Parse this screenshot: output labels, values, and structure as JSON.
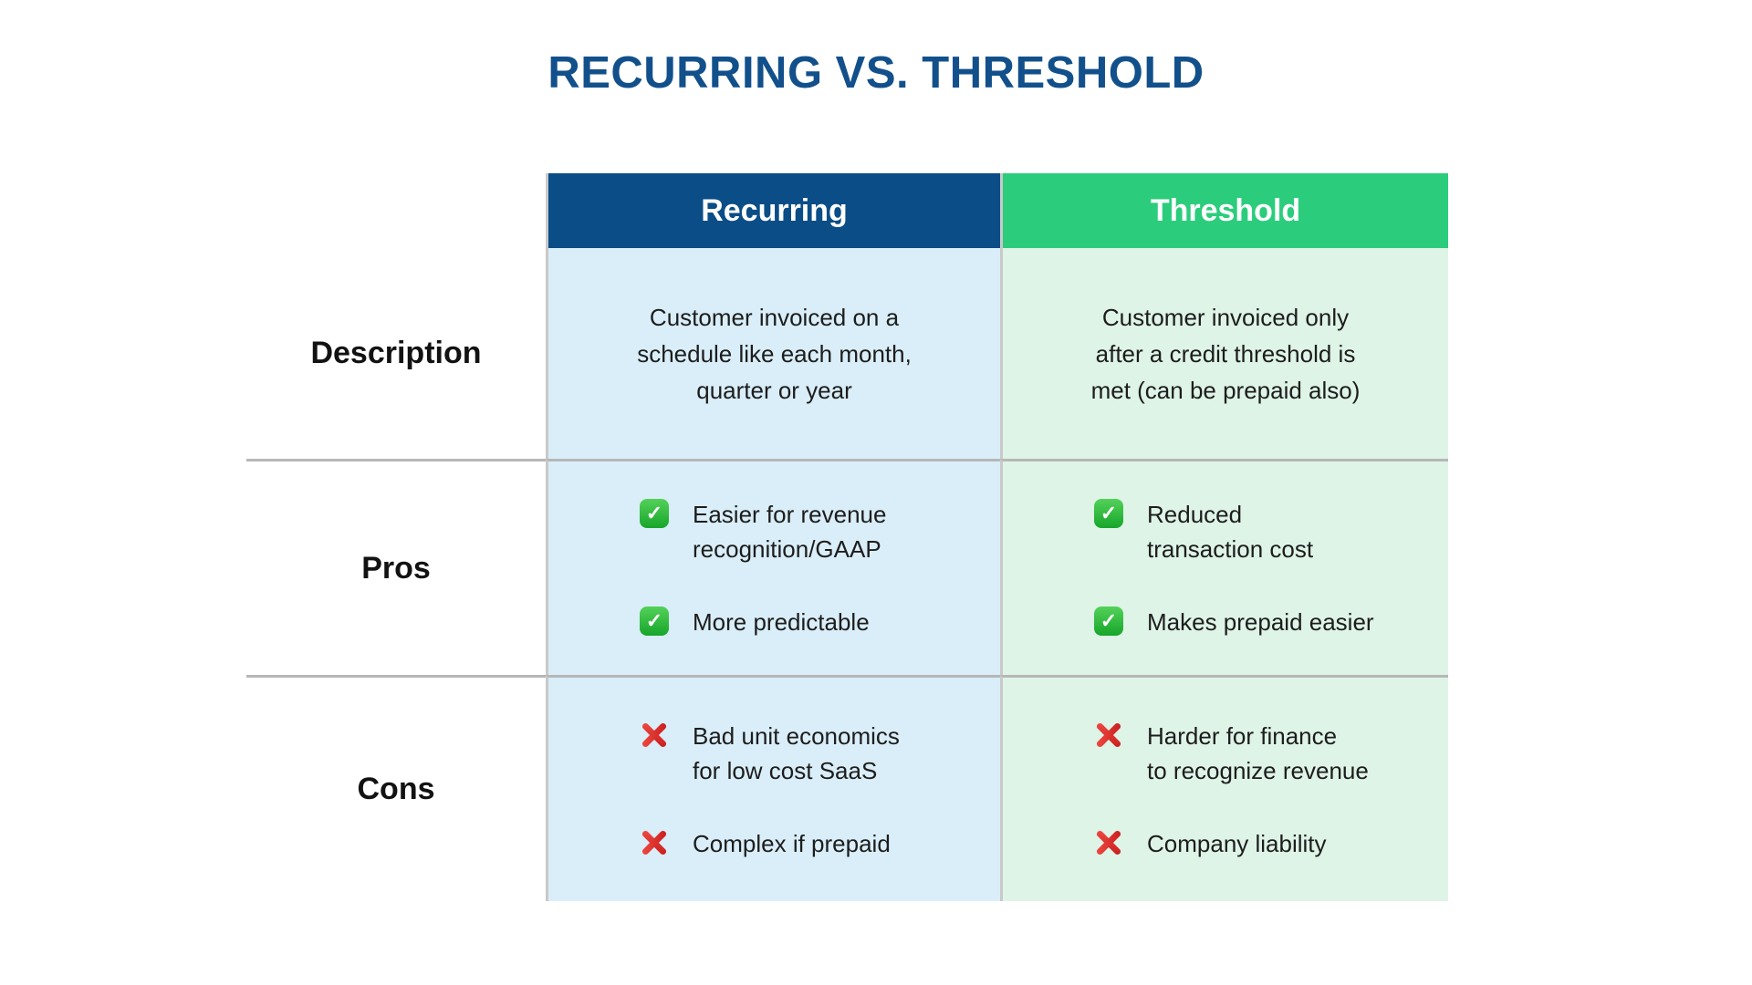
{
  "page": {
    "title": "RECURRING VS. THRESHOLD"
  },
  "colors": {
    "title_blue": "#12508b",
    "header_blue": "#0b4d86",
    "header_green": "#2bcd7c",
    "body_blue": "#d9eef8",
    "body_green": "#def4e7",
    "check_green": "#16a629",
    "cross_red": "#c81d1d",
    "divider_gray": "#b7b7b7"
  },
  "icons": {
    "check_glyph": "✓",
    "cross_glyph": "✕"
  },
  "table": {
    "row_labels": [
      "Description",
      "Pros",
      "Cons"
    ],
    "columns": [
      {
        "header": "Recurring",
        "description": "Customer invoiced on a\nschedule like each month,\nquarter or year",
        "pros": [
          "Easier for revenue\nrecognition/GAAP",
          "More predictable"
        ],
        "cons": [
          "Bad unit economics\nfor low cost SaaS",
          "Complex if prepaid"
        ]
      },
      {
        "header": "Threshold",
        "description": "Customer invoiced only\nafter a credit threshold is\nmet (can be prepaid also)",
        "pros": [
          "Reduced\ntransaction cost",
          "Makes prepaid easier"
        ],
        "cons": [
          "Harder for finance\nto recognize revenue",
          "Company liability"
        ]
      }
    ]
  }
}
